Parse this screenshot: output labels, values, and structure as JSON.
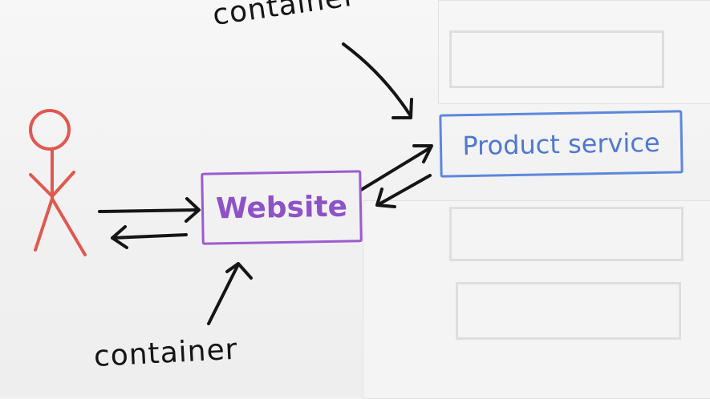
{
  "labels": {
    "container_top": "container",
    "container_bottom": "container"
  },
  "boxes": {
    "website": "Website",
    "product_service": "Product service"
  },
  "colors": {
    "person": "#e1584f",
    "website": "#9b5bcf",
    "product_service": "#5d87dd",
    "ink": "#151515"
  }
}
